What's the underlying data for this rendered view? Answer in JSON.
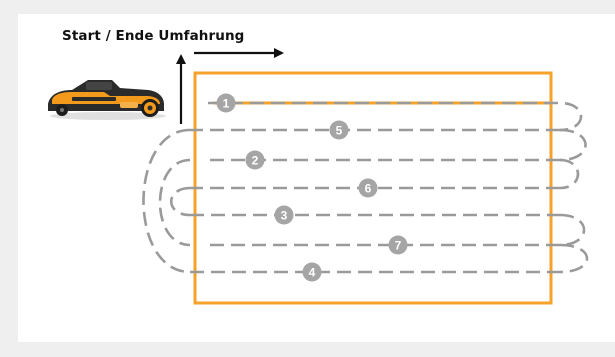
{
  "diagram": {
    "title": "Start / Ende Umfahrung",
    "lane_numbers": [
      "1",
      "5",
      "2",
      "6",
      "3",
      "7",
      "4"
    ],
    "icons": {
      "mower": "robotic-mower-icon",
      "arrow_up": "arrow-up-icon",
      "arrow_right": "arrow-right-icon"
    },
    "colors": {
      "boundary": "#f6a12a",
      "path": "#9a9a9a",
      "marker": "#a5a5a5",
      "mower_body": "#f39a1c",
      "mower_dark": "#2b2b2b"
    }
  }
}
